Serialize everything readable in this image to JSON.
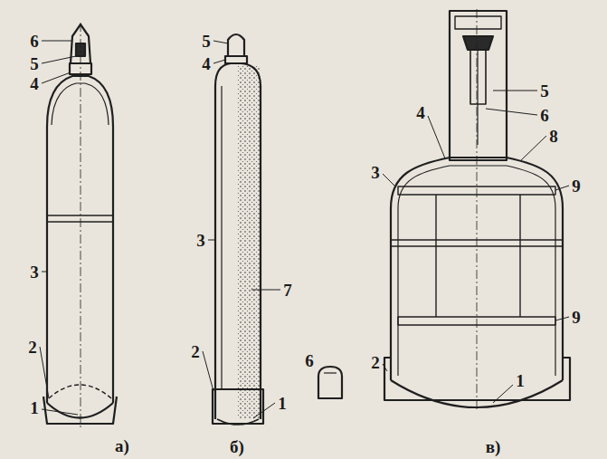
{
  "diagram": {
    "labels": [
      "6",
      "5",
      "4",
      "3",
      "2",
      "1",
      "а)",
      "5",
      "4",
      "3",
      "7",
      "2",
      "6",
      "1",
      "б)",
      "5",
      "6",
      "4",
      "8",
      "3",
      "9",
      "9",
      "2",
      "1",
      "в)"
    ]
  }
}
